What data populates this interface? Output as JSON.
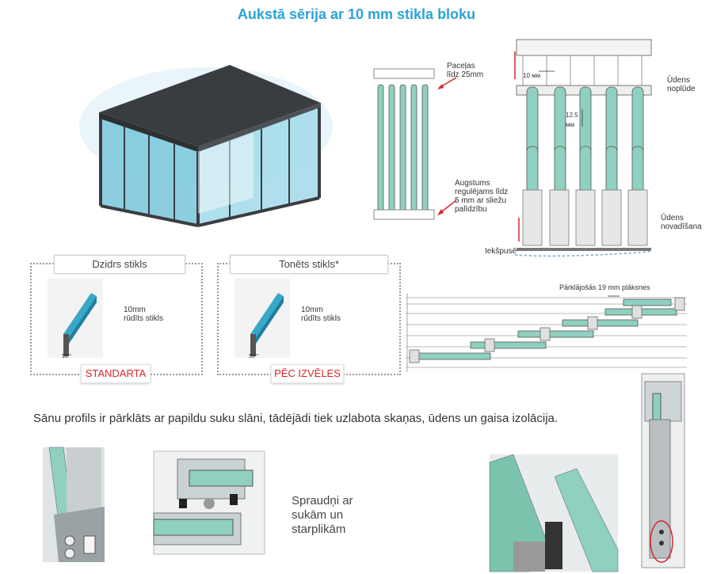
{
  "title": "Aukstā sērija ar 10 mm stikla bloku",
  "diagram_labels": {
    "lift": [
      "Paceļas",
      "līdz 25mm"
    ],
    "height": [
      "Augstums",
      "regulējams līdz",
      "5 mm ar sliežu",
      "palīdzību"
    ],
    "glass_10mm": "10 мм",
    "gap_top": "12.5",
    "gap_bottom": "мм",
    "water_top": [
      "Ūdens",
      "noplūde"
    ],
    "water_bottom": [
      "Ūdens",
      "novadīšana"
    ],
    "inside": "Iekšpusē",
    "overlap": "Pārklājošās 19 mm plāksnes"
  },
  "glass_options": [
    {
      "label": "Dzidrs stikls",
      "desc": [
        "10mm",
        "rūdīts stikls"
      ],
      "scale": "10",
      "badge": "STANDARTA"
    },
    {
      "label": "Tonēts stikls*",
      "desc": [
        "10mm",
        "rūdīts stikls"
      ],
      "scale": "10",
      "badge": "PĒC IZVĒLES"
    }
  ],
  "side_profile_text": "Sānu profils ir pārklāts ar papildu suku slāni, tādējādi tiek uzlabota skaņas, ūdens un gaisa izolācija.",
  "clips_text": [
    "Spraudņi ar",
    "sukām un",
    "starplikām"
  ],
  "colors": {
    "accent": "#2aa3d8",
    "badge": "#d9252a",
    "glass": "#8fd0c0",
    "frame": "#4a4e52"
  }
}
